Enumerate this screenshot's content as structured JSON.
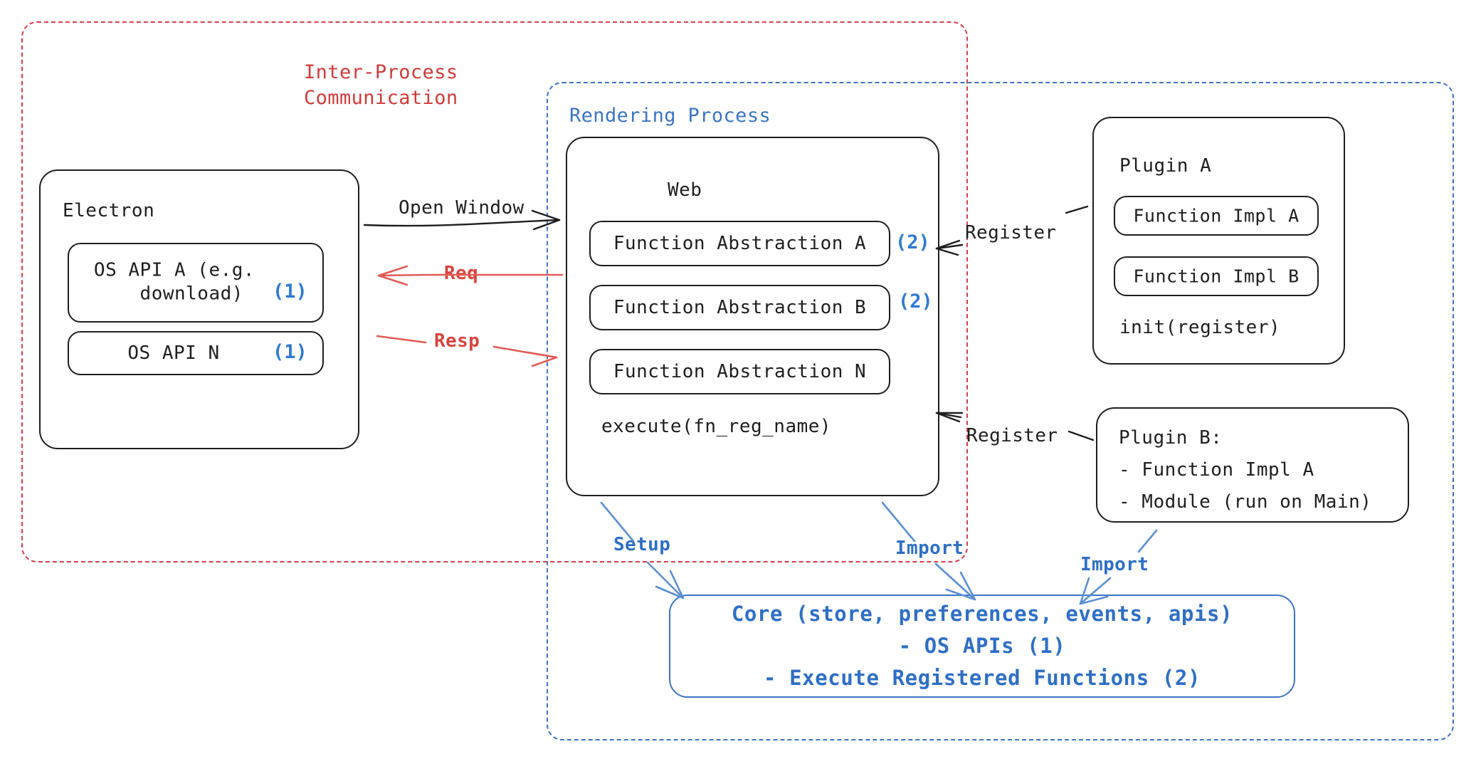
{
  "regions": {
    "ipc": {
      "label": "Inter-Process\nCommunication",
      "color": "#cf3b3b"
    },
    "renderer": {
      "label": "Rendering Process",
      "color": "#3b74c4"
    }
  },
  "electron": {
    "title": "Electron",
    "apis": [
      {
        "label": "OS API A (e.g.\n   download)",
        "marker": "(1)"
      },
      {
        "label": "OS API N",
        "marker": "(1)"
      }
    ]
  },
  "web": {
    "title": "Web",
    "abstractions": [
      {
        "label": "Function Abstraction A",
        "marker": "(2)"
      },
      {
        "label": "Function Abstraction B",
        "marker": "(2)"
      },
      {
        "label": "Function Abstraction N",
        "marker": ""
      }
    ],
    "footer": "execute(fn_reg_name)"
  },
  "plugin_a": {
    "title": "Plugin A",
    "impls": [
      {
        "label": "Function Impl A"
      },
      {
        "label": "Function Impl B"
      }
    ],
    "footer": "init(register)"
  },
  "plugin_b": {
    "title": "Plugin B:",
    "items": [
      "- Function Impl A",
      "- Module (run on Main)"
    ]
  },
  "core": {
    "lines": [
      "Core (store, preferences, events, apis)",
      "- OS APIs (1)",
      "- Execute Registered Functions (2)"
    ],
    "color": "#2f6fc4"
  },
  "edges": {
    "open_window": "Open Window",
    "req": "Req",
    "resp": "Resp",
    "register_a": "Register",
    "register_b": "Register",
    "setup": "Setup",
    "import_web": "Import",
    "import_plugin_b": "Import"
  },
  "colors": {
    "ink": "#1e1e1e",
    "red": "#d9453f",
    "blue": "#3b74c4",
    "marker_blue": "#2f7ad1"
  }
}
